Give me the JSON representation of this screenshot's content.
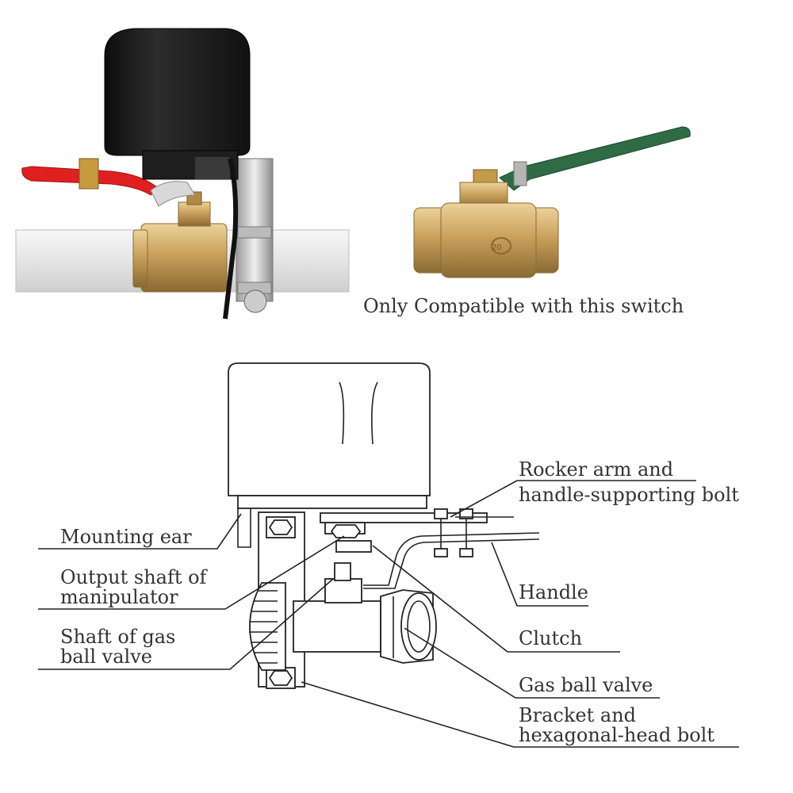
{
  "caption": "Only Compatible with this switch",
  "labels": {
    "mounting_ear": "Mounting ear",
    "output_shaft_1": "Output shaft of",
    "output_shaft_2": "manipulator",
    "shaft_gas_1": "Shaft of gas",
    "shaft_gas_2": "ball valve",
    "rocker_1": "Rocker arm and",
    "rocker_2": "handle-supporting bolt",
    "handle": "Handle",
    "clutch": "Clutch",
    "gas_ball_valve": "Gas ball valve",
    "bracket_1": "Bracket and",
    "bracket_2": "hexagonal-head bolt"
  },
  "colors": {
    "actuator_body": "#1c1c1c",
    "red_handle": "#e02020",
    "green_handle": "#2f6b45",
    "brass": "#c9a15c",
    "pipe": "#e9e9e9"
  }
}
